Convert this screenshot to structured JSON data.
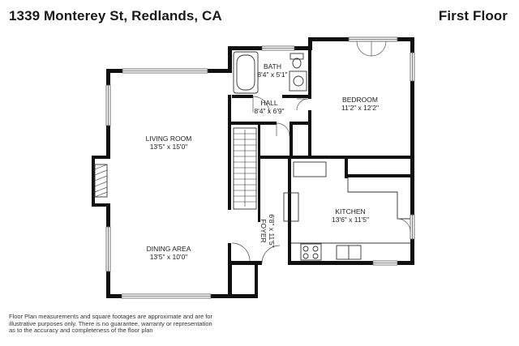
{
  "header": {
    "address": "1339 Monterey St, Redlands, CA",
    "floor": "First Floor"
  },
  "rooms": {
    "bath": {
      "name": "BATH",
      "dims": "8'4\" x 5'1\""
    },
    "hall": {
      "name": "HALL",
      "dims": "8'4\" x 6'9\""
    },
    "bedroom": {
      "name": "BEDROOM",
      "dims": "11'2\" x 12'2\""
    },
    "living": {
      "name": "LIVING ROOM",
      "dims": "13'5\" x 15'0\""
    },
    "kitchen": {
      "name": "KITCHEN",
      "dims": "13'6\" x 11'5\""
    },
    "foyer": {
      "name": "FOYER",
      "dims": "6'8\" x 11'5\""
    },
    "dining": {
      "name": "DINING AREA",
      "dims": "13'5\" x 10'0\""
    }
  },
  "disclaimer": {
    "line1": "Floor Plan measurements and square footages are approximate and are for",
    "line2": "illustrative purposes only. There is no guarantee, warranty or representation",
    "line3": "as to the accuracy and completeness of the floor plan"
  },
  "colors": {
    "wall": "#111111",
    "line": "#555555",
    "fill": "#ffffff"
  }
}
